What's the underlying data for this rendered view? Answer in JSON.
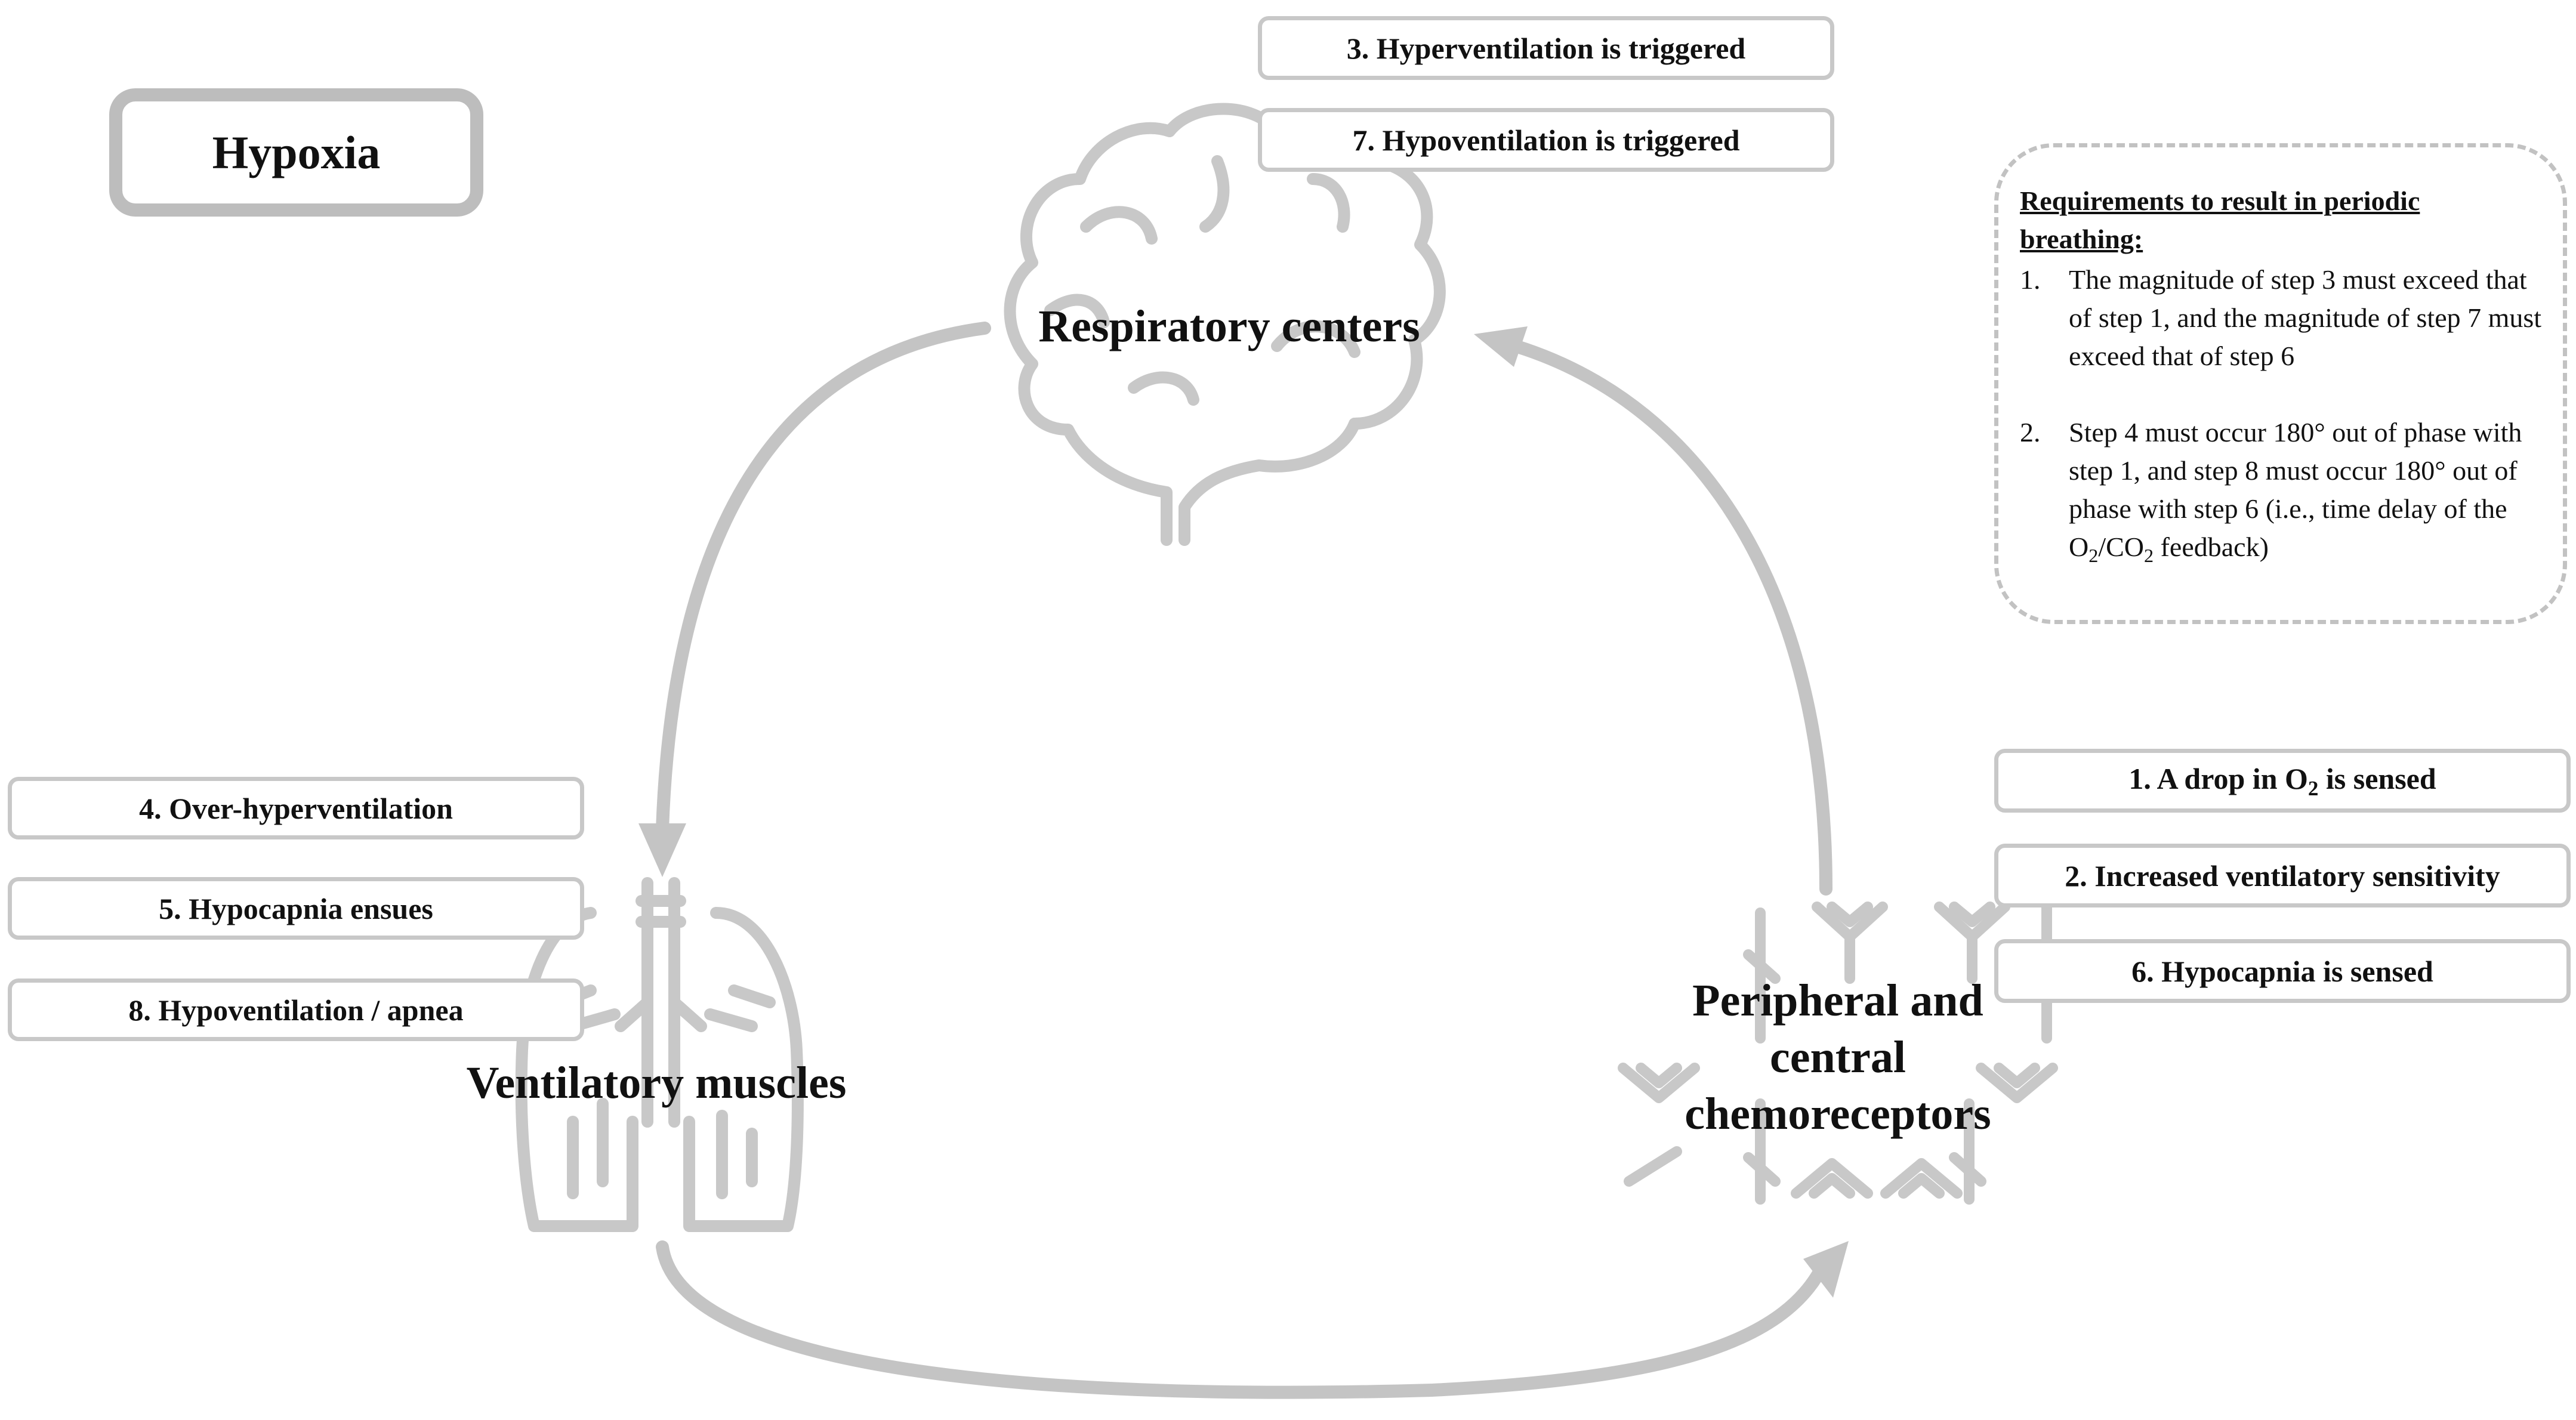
{
  "title": "Hypoxia",
  "nodes": {
    "brain": "Respiratory centers",
    "lungs": "Ventilatory muscles",
    "chemo": [
      "Peripheral and",
      "central",
      "chemoreceptors"
    ]
  },
  "steps": {
    "s1": {
      "pre": "1. A drop in O",
      "sub": "2",
      "post": " is sensed"
    },
    "s2": "2. Increased ventilatory sensitivity",
    "s3": "3. Hyperventilation  is triggered",
    "s4": "4. Over-hyperventilation",
    "s5": "5. Hypocapnia  ensues",
    "s6": "6. Hypocapnia  is sensed",
    "s7": "7. Hypoventilation  is triggered",
    "s8": "8. Hypoventilation  / apnea"
  },
  "requirements": {
    "heading": "Requirements to result in periodic breathing:",
    "items": [
      {
        "num": "1.",
        "text": "The magnitude of step 3 must exceed that of step 1, and the magnitude of step 7 must exceed that of step 6"
      },
      {
        "num": "2.",
        "text_a": "Step 4 must occur 180° out of phase with step 1, and step 8 must occur 180° out of phase with step 6 (i.e., time delay of the O",
        "sub_a": "2",
        "text_b": "/CO",
        "sub_b": "2",
        "text_c": " feedback)"
      }
    ]
  },
  "colors": {
    "arrow": "#c4c4c4",
    "icon": "#c8c8c8",
    "box_border": "#c8c8c8",
    "title_border": "#bdbdbd",
    "text": "#111111"
  }
}
